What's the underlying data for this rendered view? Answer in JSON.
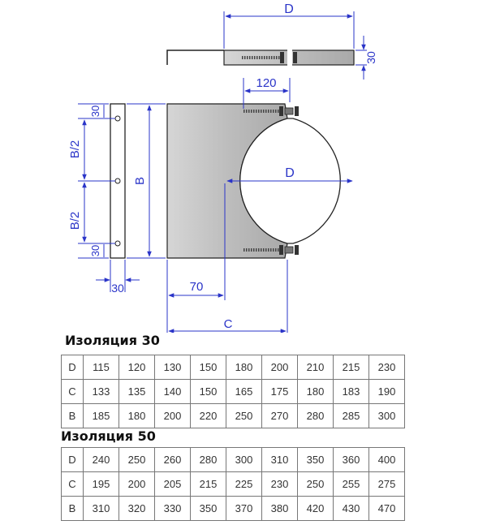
{
  "drawing": {
    "dims": {
      "top_width": "D",
      "top_thickness": "30",
      "hole_offset": "120",
      "diameter": "D",
      "side_top": "30",
      "half_upper": "B/2",
      "half_lower": "B/2",
      "side_bottom": "30",
      "height": "B",
      "bottom_thickness": "30",
      "insulation_offset": "70",
      "center_offset": "C"
    },
    "colors": {
      "dimension": "#2a34c8",
      "plate": "#c4c4c4",
      "outline": "#222222"
    }
  },
  "tables": [
    {
      "title": "Изоляция 30",
      "rows": [
        {
          "label": "D",
          "values": [
            "115",
            "120",
            "130",
            "150",
            "180",
            "200",
            "210",
            "215",
            "230"
          ]
        },
        {
          "label": "C",
          "values": [
            "133",
            "135",
            "140",
            "150",
            "165",
            "175",
            "180",
            "183",
            "190"
          ]
        },
        {
          "label": "B",
          "values": [
            "185",
            "180",
            "200",
            "220",
            "250",
            "270",
            "280",
            "285",
            "300"
          ]
        }
      ]
    },
    {
      "title": "Изоляция 50",
      "rows": [
        {
          "label": "D",
          "values": [
            "240",
            "250",
            "260",
            "280",
            "300",
            "310",
            "350",
            "360",
            "400"
          ]
        },
        {
          "label": "C",
          "values": [
            "195",
            "200",
            "205",
            "215",
            "225",
            "230",
            "250",
            "255",
            "275"
          ]
        },
        {
          "label": "B",
          "values": [
            "310",
            "320",
            "330",
            "350",
            "370",
            "380",
            "420",
            "430",
            "470"
          ]
        }
      ]
    }
  ]
}
